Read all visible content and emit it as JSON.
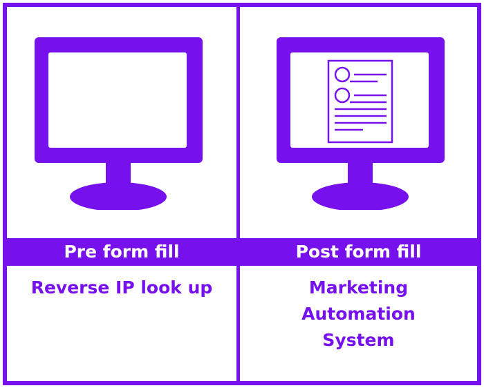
{
  "colors": {
    "accent": "#7611ee",
    "background": "#ffffff"
  },
  "panels": [
    {
      "icon": "monitor-blank-icon",
      "header": "Pre form fill",
      "body": "Reverse IP look up"
    },
    {
      "icon": "monitor-form-icon",
      "header": "Post form fill",
      "body": "Marketing\nAutomation\nSystem"
    }
  ]
}
